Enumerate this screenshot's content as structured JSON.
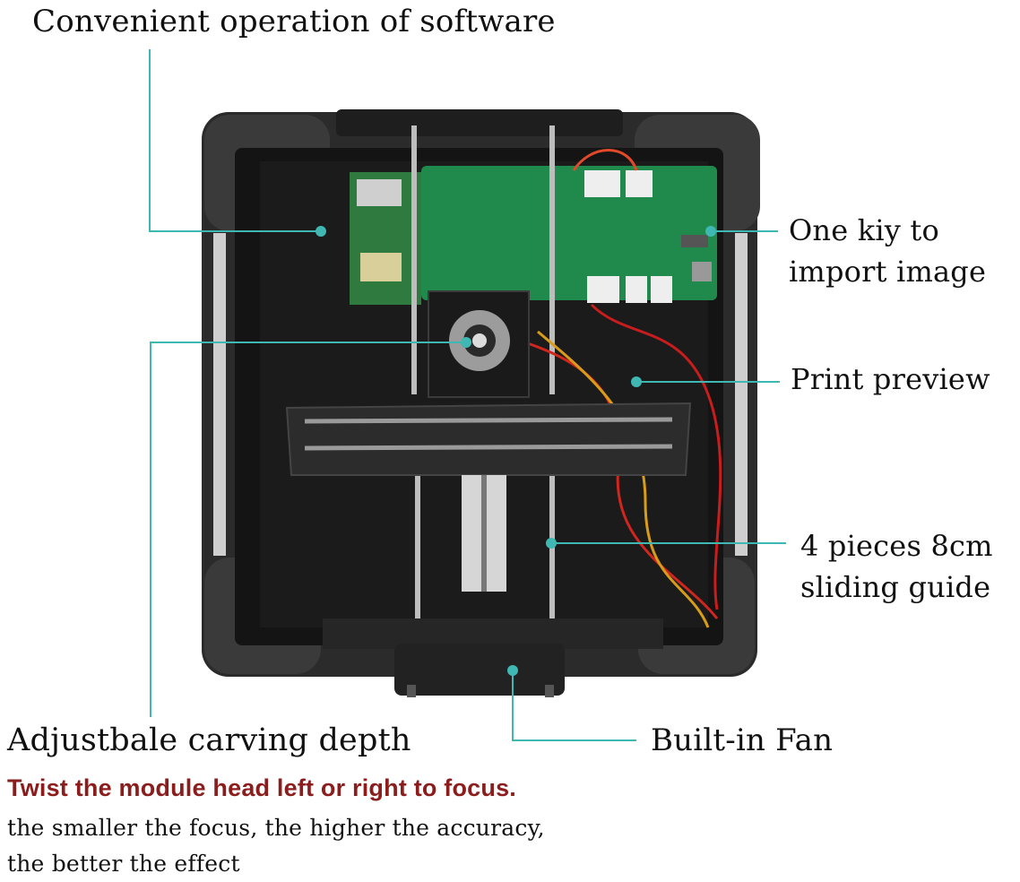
{
  "title": "Convenient operation of software",
  "callouts": {
    "one_key_line1": "One kiy to",
    "one_key_line2": "import image",
    "print_preview": "Print preview",
    "sliding_guide_line1": "4 pieces 8cm",
    "sliding_guide_line2": "sliding guide",
    "built_in_fan": "Built-in Fan",
    "carving_depth": "Adjustbale carving depth"
  },
  "focus_tip": "Twist the module head left or right to focus.",
  "focus_note_line1": "the smaller the focus, the higher the accuracy,",
  "focus_note_line2": "the better the effect",
  "colors": {
    "callout_line": "#3fb8b4",
    "focus_tip": "#8b1d1d",
    "device_body": "#262626",
    "pcb": "#1f8a4c"
  }
}
